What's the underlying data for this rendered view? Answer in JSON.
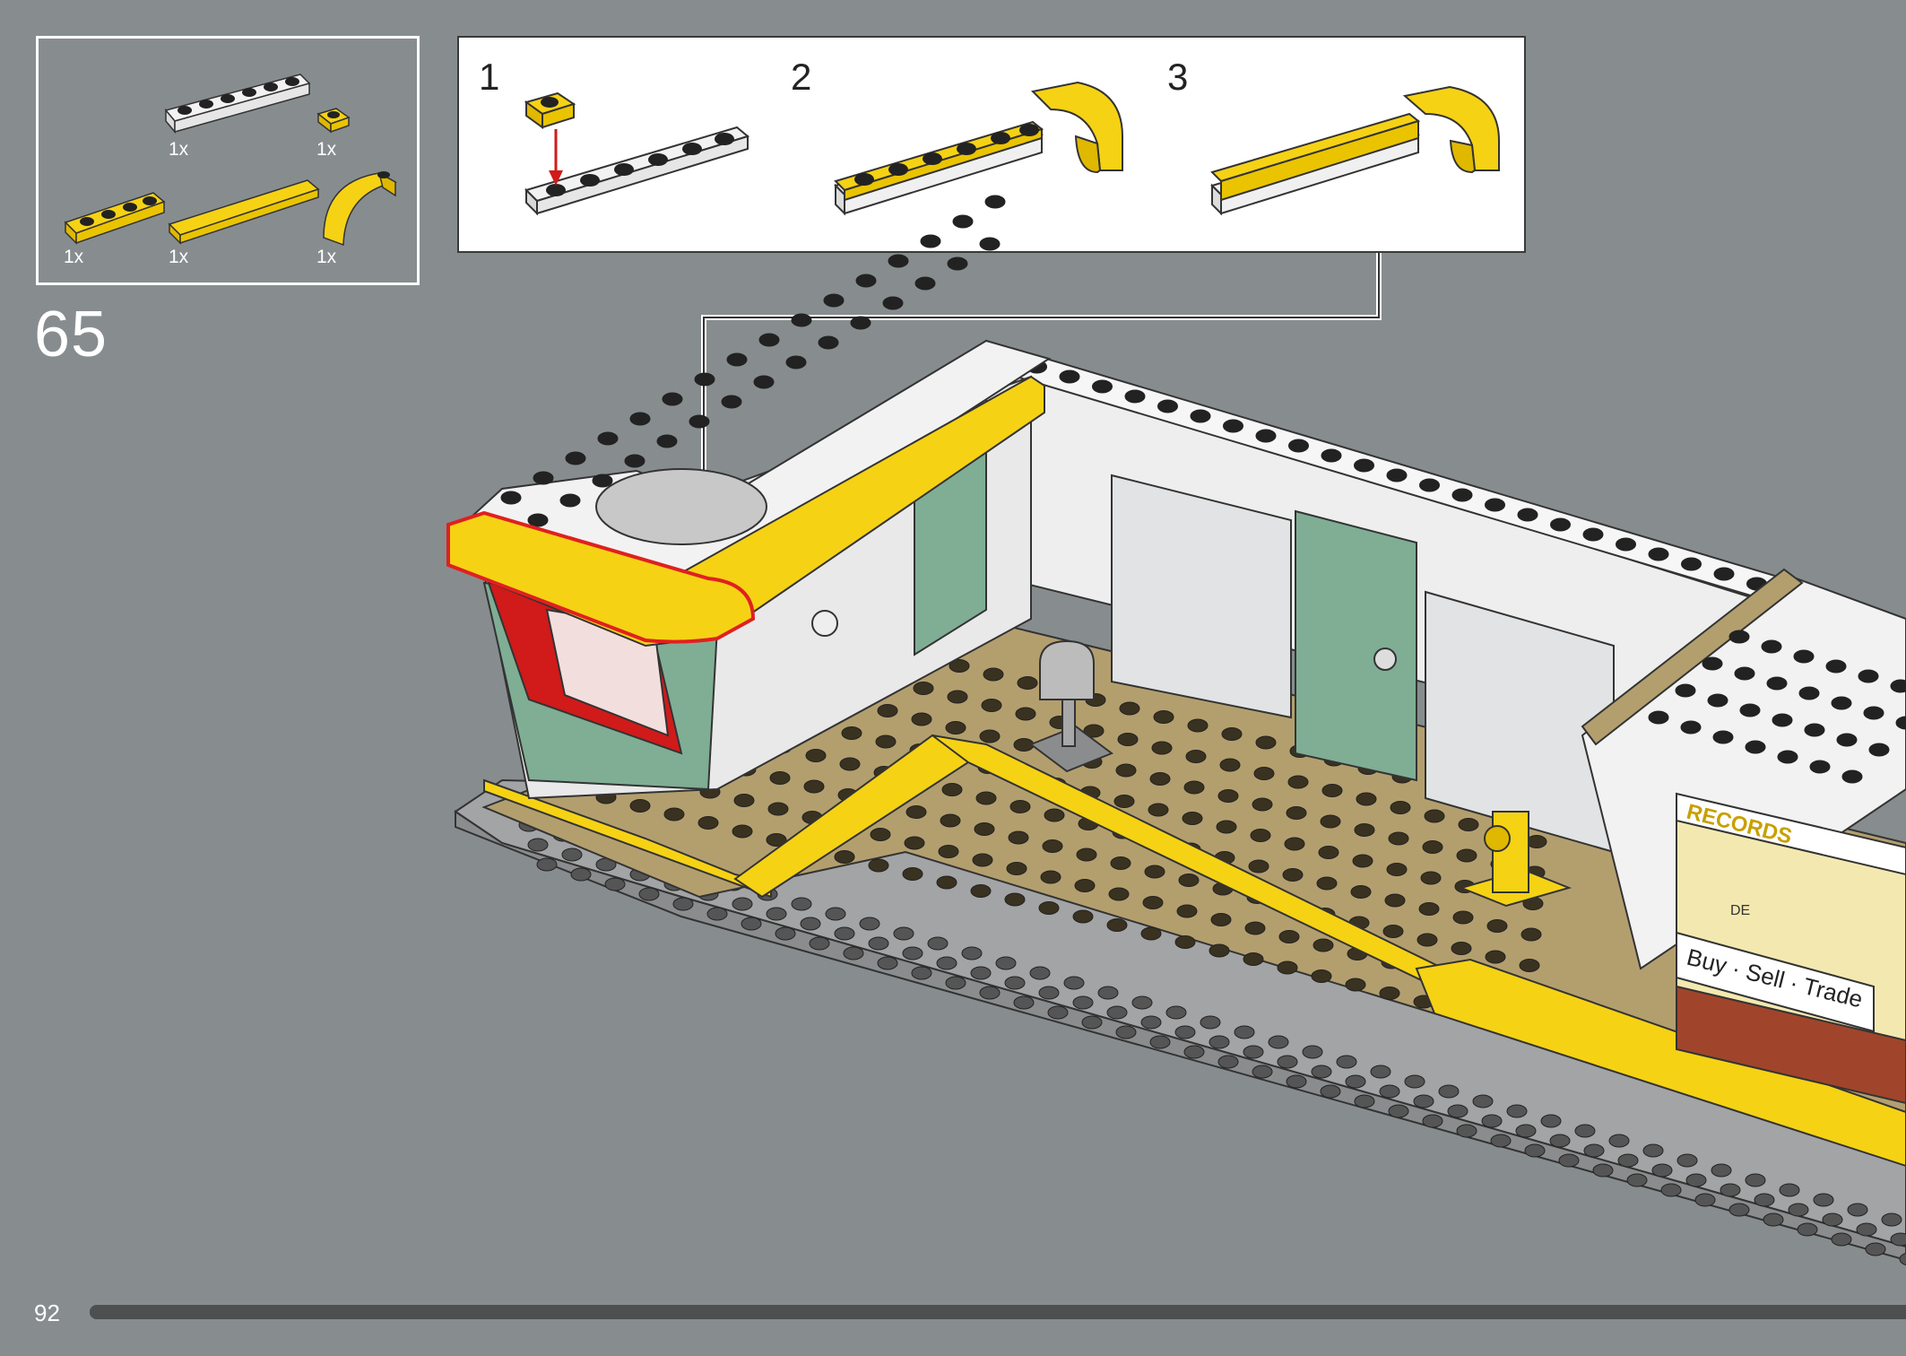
{
  "parts_list": {
    "items": [
      {
        "name": "white-1x6-plate",
        "qty": "1x"
      },
      {
        "name": "yellow-1x1-plate",
        "qty": "1x"
      },
      {
        "name": "yellow-1x4-plate",
        "qty": "1x"
      },
      {
        "name": "yellow-1x6-tile",
        "qty": "1x"
      },
      {
        "name": "yellow-curved-slope",
        "qty": "1x"
      }
    ]
  },
  "step": {
    "number": "65"
  },
  "callout": {
    "substeps": [
      "1",
      "2",
      "3"
    ]
  },
  "model_labels": {
    "sign_top": "RECORDS",
    "sign_bottom": "Buy · Sell · Trade",
    "poster": "DE"
  },
  "footer": {
    "page_number": "92",
    "progress": 1.0
  },
  "colors": {
    "background": "#878d8f",
    "lego_yellow": "#f6d215",
    "lego_white": "#f2f2f2",
    "lego_tan": "#b39f6e",
    "lego_red": "#d11a1a",
    "lego_green": "#7fae94",
    "lego_gray": "#a2a4a6",
    "highlight": "#e02020"
  }
}
